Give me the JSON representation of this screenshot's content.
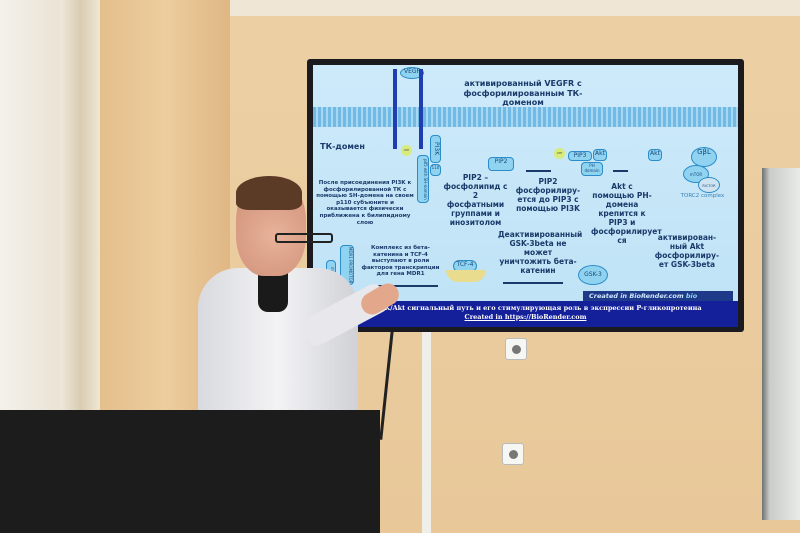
{
  "slide": {
    "vegf": "VEGF",
    "title": "активированный VEGFR с фосфорилированным ТК-доменом",
    "tk_domain": "ТК-домен",
    "pi3k": "PI3K",
    "p110": "110",
    "sh_domain": "p85 with SH-domain",
    "atp": "ATP",
    "pip2_box": "PIP2",
    "pip3_box": "PIP3",
    "akt_box": "Akt",
    "ph_domain": "PH domain",
    "gbl": "GβL",
    "mtor": "mTOR",
    "rictor": "RICTOR",
    "torc2": "TORC2 complex",
    "text_pi3k": "После присоединения PI3K к фосфорилированной ТК с помощью SH-домена на своем p110 субъюните и оказывается физически приближена к билипидному слою",
    "text_pip2": "PIP2 – фосфолипид с 2 фосфатными группами и инозитолом",
    "text_pip2_phos": "PIP2 фосфорилиру-ется до PIP3 с помощью PI3K",
    "text_akt": "Akt с помощью PH-домена крепится к PIP3 и фосфорилирует ся",
    "text_akt_active": "активирован-ный Akt фосфорилиру-ет GSK-3beta",
    "text_gsk": "Деактивированный GSK-3beta не может уничтожить бета-катенин",
    "text_complex": "Комплекс из бета-катенина и TCF-4 выступают в роли факторов транскрипции для гена MDR1",
    "tcf4": "TCF-4",
    "gsk3": "GSK-3",
    "mrna": "mRNA",
    "mdr1": "MDR1 PROMOTOR",
    "biorender": "Created in BioRender.com",
    "bio_logo": "bio",
    "caption_line1": "Рис.5 PI3K/Akt сигнальный путь и его стимулирующая роль в экспрессии P-гликопротеина",
    "caption_line2": "Created in https://BioRender.com"
  }
}
